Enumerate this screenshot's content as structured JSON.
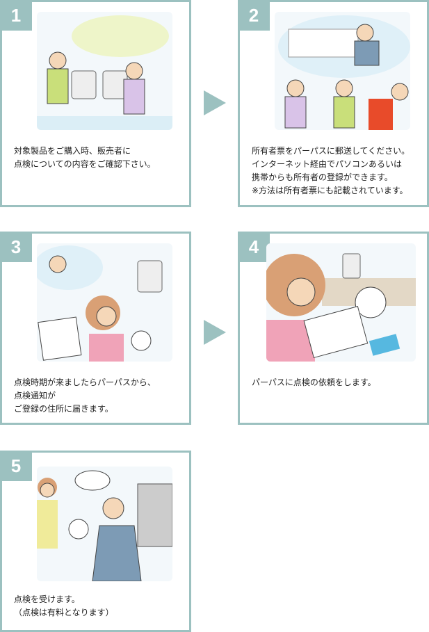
{
  "steps": [
    {
      "number": "1",
      "text": "対象製品をご購入時、販売者に\n点検についての内容をご確認下さい。"
    },
    {
      "number": "2",
      "text": "所有者票をパーパスに郵送してください。\nインターネット経由でパソコンあるいは\n携帯からも所有者の登録ができます。\n※方法は所有者票にも記載されています。"
    },
    {
      "number": "3",
      "text": "点検時期が来ましたらパーパスから、\n点検通知が\nご登録の住所に届きます。"
    },
    {
      "number": "4",
      "text": "パーパスに点検の依頼をします。"
    },
    {
      "number": "5",
      "text": "点検を受けます。\n（点検は有料となります）"
    }
  ],
  "colors": {
    "accent": "#9cc1c0"
  }
}
